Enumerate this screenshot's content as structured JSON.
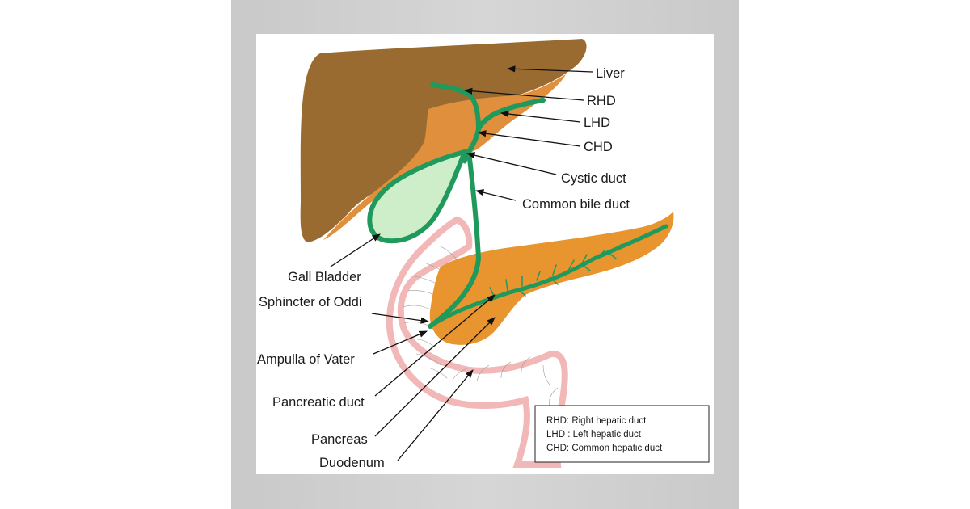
{
  "labels": {
    "liver": "Liver",
    "rhd": "RHD",
    "lhd": "LHD",
    "chd": "CHD",
    "cystic_duct": "Cystic duct",
    "common_bile_duct": "Common bile duct",
    "gall_bladder": "Gall Bladder",
    "sphincter_of_oddi": "Sphincter of Oddi",
    "ampulla_of_vater": "Ampulla of Vater",
    "pancreatic_duct": "Pancreatic duct",
    "pancreas": "Pancreas",
    "duodenum": "Duodenum"
  },
  "legend": [
    {
      "abbr": "RHD",
      "text": "Right hepatic duct"
    },
    {
      "abbr": "LHD",
      "text": "Left hepatic duct"
    },
    {
      "abbr": "CHD",
      "text": "Common hepatic duct"
    }
  ],
  "colors": {
    "liver_dark": "#9a6b30",
    "liver_light": "#e08f3c",
    "pancreas": "#e8952f",
    "bile_duct": "#1f9a5c",
    "gall_bladder_fill": "#cdeec9",
    "duodenum_outline": "#f2b8b8"
  }
}
